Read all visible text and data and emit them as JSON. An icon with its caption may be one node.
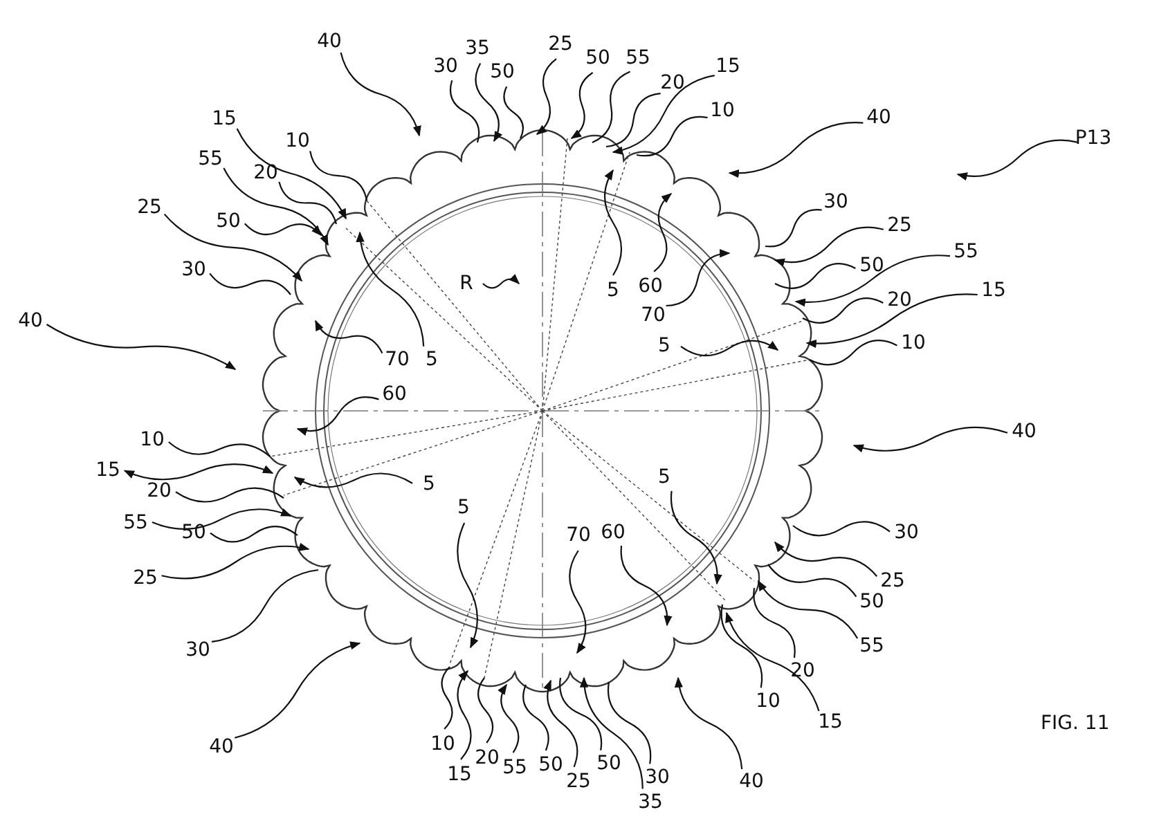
{
  "diagram": {
    "nodes": [
      {
        "text": [
          "40"
        ]
      },
      {
        "text": [
          "30"
        ]
      },
      {
        "text": [
          "35"
        ]
      },
      {
        "text": [
          "50"
        ]
      },
      {
        "text": [
          "25"
        ]
      },
      {
        "text": [
          "50"
        ]
      },
      {
        "text": [
          "55"
        ]
      },
      {
        "text": [
          "20"
        ]
      },
      {
        "text": [
          "15"
        ]
      },
      {
        "text": [
          "10"
        ]
      },
      {
        "text": [
          "40"
        ]
      },
      {
        "text": [
          "P13"
        ]
      },
      {
        "text": [
          "30"
        ]
      },
      {
        "text": [
          "25"
        ]
      },
      {
        "text": [
          "50"
        ]
      },
      {
        "text": [
          "55"
        ]
      },
      {
        "text": [
          "20"
        ]
      },
      {
        "text": [
          "15"
        ]
      },
      {
        "text": [
          "10"
        ]
      },
      {
        "text": [
          "5"
        ]
      },
      {
        "text": [
          "5"
        ]
      },
      {
        "text": [
          "60"
        ]
      },
      {
        "text": [
          "70"
        ]
      },
      {
        "text": [
          "15"
        ]
      },
      {
        "text": [
          "10"
        ]
      },
      {
        "text": [
          "55"
        ]
      },
      {
        "text": [
          "20"
        ]
      },
      {
        "text": [
          "25"
        ]
      },
      {
        "text": [
          "50"
        ]
      },
      {
        "text": [
          "30"
        ]
      },
      {
        "text": [
          "40"
        ]
      },
      {
        "text": [
          "70"
        ]
      },
      {
        "text": [
          "5"
        ]
      },
      {
        "text": [
          "R"
        ]
      },
      {
        "text": [
          "60"
        ]
      },
      {
        "text": [
          "10"
        ]
      },
      {
        "text": [
          "15"
        ]
      },
      {
        "text": [
          "5"
        ]
      },
      {
        "text": [
          "20"
        ]
      },
      {
        "text": [
          "55"
        ]
      },
      {
        "text": [
          "50"
        ]
      },
      {
        "text": [
          "25"
        ]
      },
      {
        "text": [
          "30"
        ]
      },
      {
        "text": [
          "40"
        ]
      },
      {
        "text": [
          "5"
        ]
      },
      {
        "text": [
          "10"
        ]
      },
      {
        "text": [
          "15"
        ]
      },
      {
        "text": [
          "20"
        ]
      },
      {
        "text": [
          "55"
        ]
      },
      {
        "text": [
          "50"
        ]
      },
      {
        "text": [
          "25"
        ]
      },
      {
        "text": [
          "50"
        ]
      },
      {
        "text": [
          "35"
        ]
      },
      {
        "text": [
          "30"
        ]
      },
      {
        "text": [
          "40"
        ]
      },
      {
        "text": [
          "70"
        ]
      },
      {
        "text": [
          "60"
        ]
      },
      {
        "text": [
          "5"
        ]
      },
      {
        "text": [
          "10"
        ]
      },
      {
        "text": [
          "15"
        ]
      },
      {
        "text": [
          "20"
        ]
      },
      {
        "text": [
          "55"
        ]
      },
      {
        "text": [
          "50"
        ]
      },
      {
        "text": [
          "25"
        ]
      },
      {
        "text": [
          "30"
        ]
      },
      {
        "text": [
          "40"
        ]
      }
    ],
    "edges": [
      {
        "from": 0,
        "to": null,
        "arrow": "to"
      },
      {
        "from": 1,
        "to": null,
        "arrow": "none"
      },
      {
        "from": 2,
        "to": null,
        "arrow": "to"
      },
      {
        "from": 3,
        "to": null,
        "arrow": "none"
      },
      {
        "from": 4,
        "to": null,
        "arrow": "to"
      },
      {
        "from": 5,
        "to": null,
        "arrow": "to"
      },
      {
        "from": 6,
        "to": null,
        "arrow": "none"
      },
      {
        "from": 7,
        "to": null,
        "arrow": "none"
      },
      {
        "from": 8,
        "to": null,
        "arrow": "to"
      },
      {
        "from": 9,
        "to": null,
        "arrow": "none"
      },
      {
        "from": 10,
        "to": null,
        "arrow": "to"
      },
      {
        "from": 11,
        "to": null,
        "arrow": "to"
      },
      {
        "from": 12,
        "to": null,
        "arrow": "none"
      },
      {
        "from": 13,
        "to": null,
        "arrow": "to"
      },
      {
        "from": 14,
        "to": null,
        "arrow": "none"
      },
      {
        "from": 15,
        "to": null,
        "arrow": "to"
      },
      {
        "from": 16,
        "to": null,
        "arrow": "none"
      },
      {
        "from": 17,
        "to": null,
        "arrow": "to"
      },
      {
        "from": 18,
        "to": null,
        "arrow": "none"
      },
      {
        "from": 19,
        "to": null,
        "arrow": "to"
      },
      {
        "from": 20,
        "to": null,
        "arrow": "to"
      },
      {
        "from": 21,
        "to": null,
        "arrow": "to"
      },
      {
        "from": 22,
        "to": null,
        "arrow": "to"
      },
      {
        "from": 23,
        "to": null,
        "arrow": "to"
      },
      {
        "from": 24,
        "to": null,
        "arrow": "none"
      },
      {
        "from": 25,
        "to": null,
        "arrow": "to"
      },
      {
        "from": 26,
        "to": null,
        "arrow": "none"
      },
      {
        "from": 27,
        "to": null,
        "arrow": "to"
      },
      {
        "from": 28,
        "to": null,
        "arrow": "to"
      },
      {
        "from": 29,
        "to": null,
        "arrow": "none"
      },
      {
        "from": 30,
        "to": null,
        "arrow": "to"
      },
      {
        "from": 31,
        "to": null,
        "arrow": "to"
      },
      {
        "from": 32,
        "to": null,
        "arrow": "to"
      },
      {
        "from": 33,
        "to": null,
        "arrow": "to"
      },
      {
        "from": 34,
        "to": null,
        "arrow": "to"
      },
      {
        "from": 35,
        "to": null,
        "arrow": "none"
      },
      {
        "from": 36,
        "to": null,
        "arrow": "both"
      },
      {
        "from": 37,
        "to": null,
        "arrow": "to"
      },
      {
        "from": 38,
        "to": null,
        "arrow": "none"
      },
      {
        "from": 39,
        "to": null,
        "arrow": "to"
      },
      {
        "from": 40,
        "to": null,
        "arrow": "none"
      },
      {
        "from": 41,
        "to": null,
        "arrow": "to"
      },
      {
        "from": 42,
        "to": null,
        "arrow": "none"
      },
      {
        "from": 43,
        "to": null,
        "arrow": "to"
      },
      {
        "from": 44,
        "to": null,
        "arrow": "to"
      },
      {
        "from": 45,
        "to": null,
        "arrow": "none"
      },
      {
        "from": 46,
        "to": null,
        "arrow": "to"
      },
      {
        "from": 47,
        "to": null,
        "arrow": "none"
      },
      {
        "from": 48,
        "to": null,
        "arrow": "to"
      },
      {
        "from": 49,
        "to": null,
        "arrow": "none"
      },
      {
        "from": 50,
        "to": null,
        "arrow": "to"
      },
      {
        "from": 51,
        "to": null,
        "arrow": "none"
      },
      {
        "from": 52,
        "to": null,
        "arrow": "to"
      },
      {
        "from": 53,
        "to": null,
        "arrow": "none"
      },
      {
        "from": 54,
        "to": null,
        "arrow": "to"
      },
      {
        "from": 55,
        "to": null,
        "arrow": "to"
      },
      {
        "from": 56,
        "to": null,
        "arrow": "to"
      },
      {
        "from": 57,
        "to": null,
        "arrow": "to"
      },
      {
        "from": 58,
        "to": null,
        "arrow": "none"
      },
      {
        "from": 59,
        "to": null,
        "arrow": "to"
      },
      {
        "from": 60,
        "to": null,
        "arrow": "none"
      },
      {
        "from": 61,
        "to": null,
        "arrow": "to"
      },
      {
        "from": 62,
        "to": null,
        "arrow": "none"
      },
      {
        "from": 63,
        "to": null,
        "arrow": "to"
      },
      {
        "from": 64,
        "to": null,
        "arrow": "none"
      },
      {
        "from": 65,
        "to": null,
        "arrow": "to"
      }
    ],
    "labels": [
      "FIG. 11"
    ]
  }
}
